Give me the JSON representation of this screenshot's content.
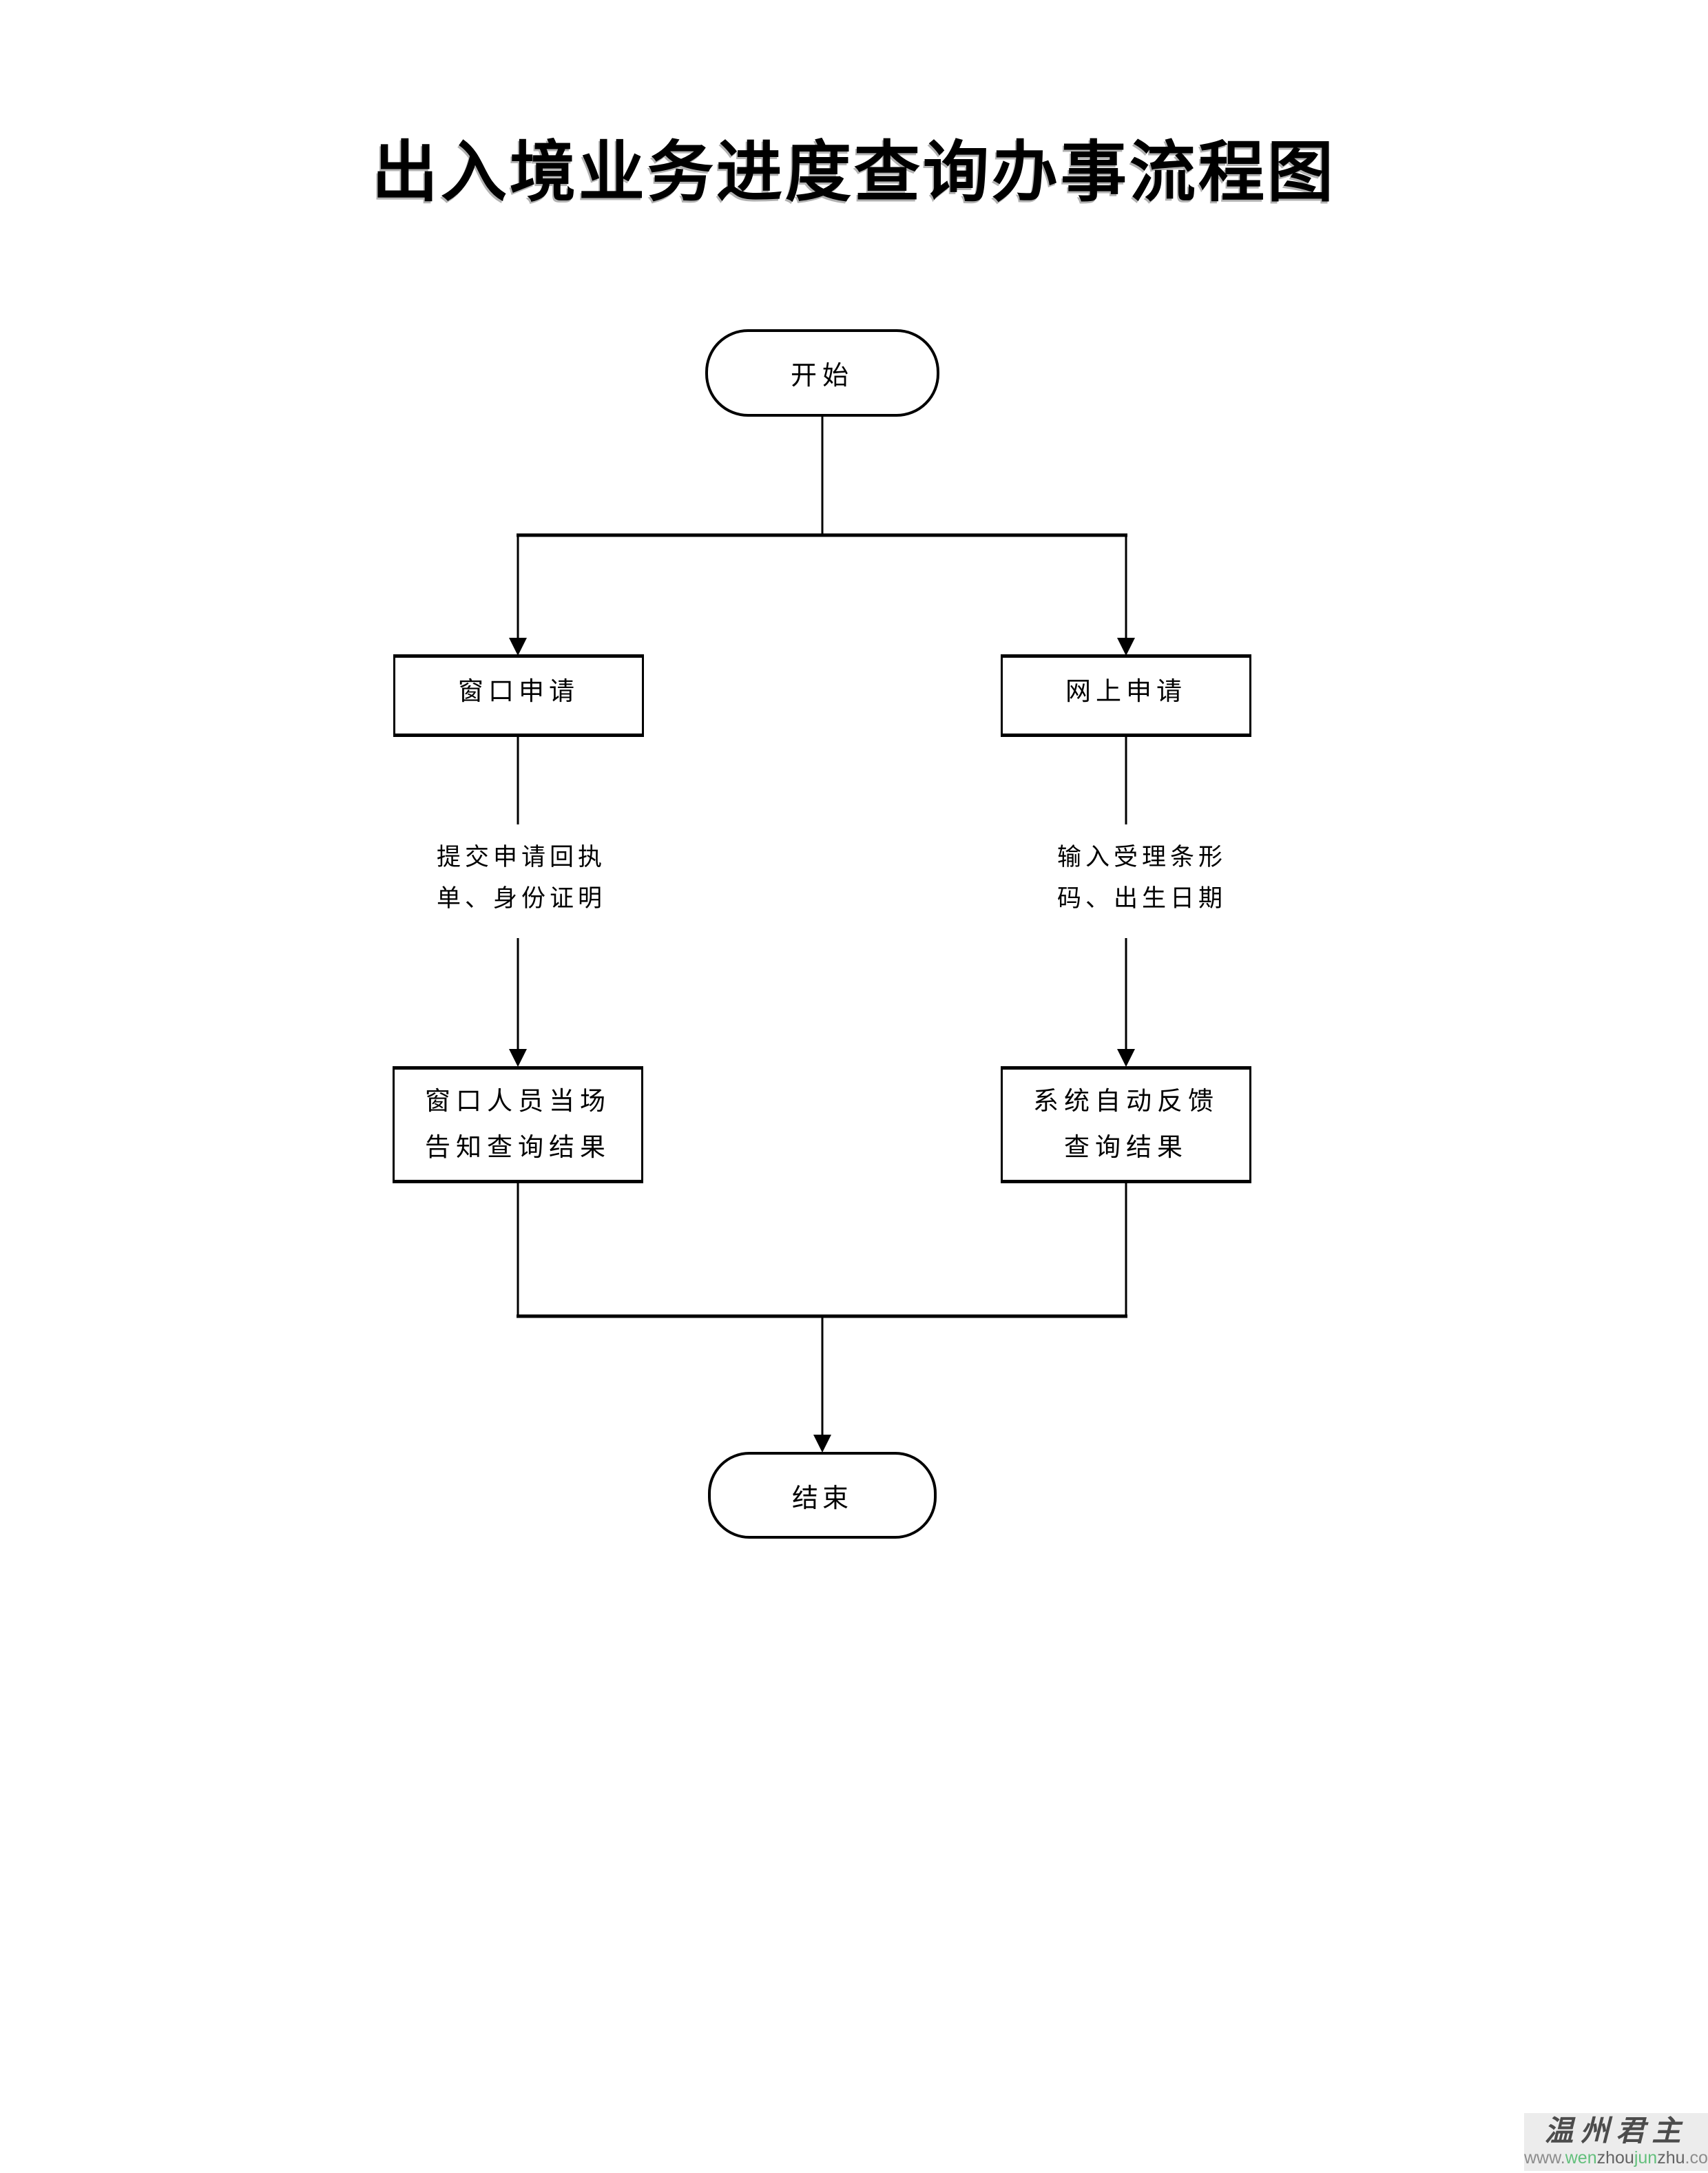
{
  "page": {
    "title": "出入境业务进度查询办事流程图"
  },
  "flowchart": {
    "nodes": {
      "start": {
        "label": "开始"
      },
      "window_apply": {
        "label": "窗口申请"
      },
      "online_apply": {
        "label": "网上申请"
      },
      "window_step": {
        "line1": "提交申请回执",
        "line2": "单、身份证明"
      },
      "online_step": {
        "line1": "输入受理条形",
        "line2": "码、出生日期"
      },
      "window_result": {
        "line1": "窗口人员当场",
        "line2": "告知查询结果"
      },
      "online_result": {
        "line1": "系统自动反馈",
        "line2": "查询结果"
      },
      "end": {
        "label": "结束"
      }
    },
    "colors": {
      "line": "#000000",
      "background": "#ffffff"
    }
  },
  "watermark": {
    "brand": "温州君主",
    "background": "#ececec",
    "brand_color": "#4c4c4c",
    "url_parts": [
      {
        "text": "www.",
        "color": "#8c8c8c"
      },
      {
        "text": "wen",
        "color": "#63c07c"
      },
      {
        "text": "zhou",
        "color": "#636363"
      },
      {
        "text": "jun",
        "color": "#63c07c"
      },
      {
        "text": "zhu",
        "color": "#636363"
      },
      {
        "text": ".com",
        "color": "#8c8c8c"
      }
    ]
  }
}
